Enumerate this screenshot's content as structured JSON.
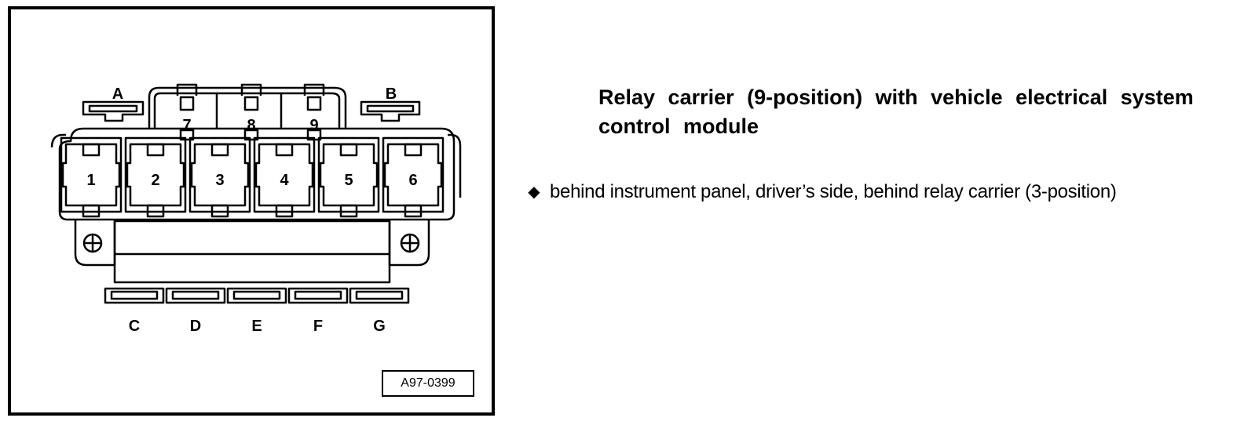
{
  "figure": {
    "connector_labels_top": [
      "A",
      "B"
    ],
    "relay_numbers_upper": [
      "7",
      "8",
      "9"
    ],
    "relay_numbers_lower": [
      "1",
      "2",
      "3",
      "4",
      "5",
      "6"
    ],
    "connector_labels_bottom": [
      "C",
      "D",
      "E",
      "F",
      "G"
    ],
    "figure_id": "A97-0399"
  },
  "text": {
    "title": "Relay carrier (9-position) with vehicle electrical system control module",
    "bullet_icon": "diamond-bullet-icon",
    "bullet": "behind instrument panel, driver’s side, behind relay carrier (3-position)"
  }
}
